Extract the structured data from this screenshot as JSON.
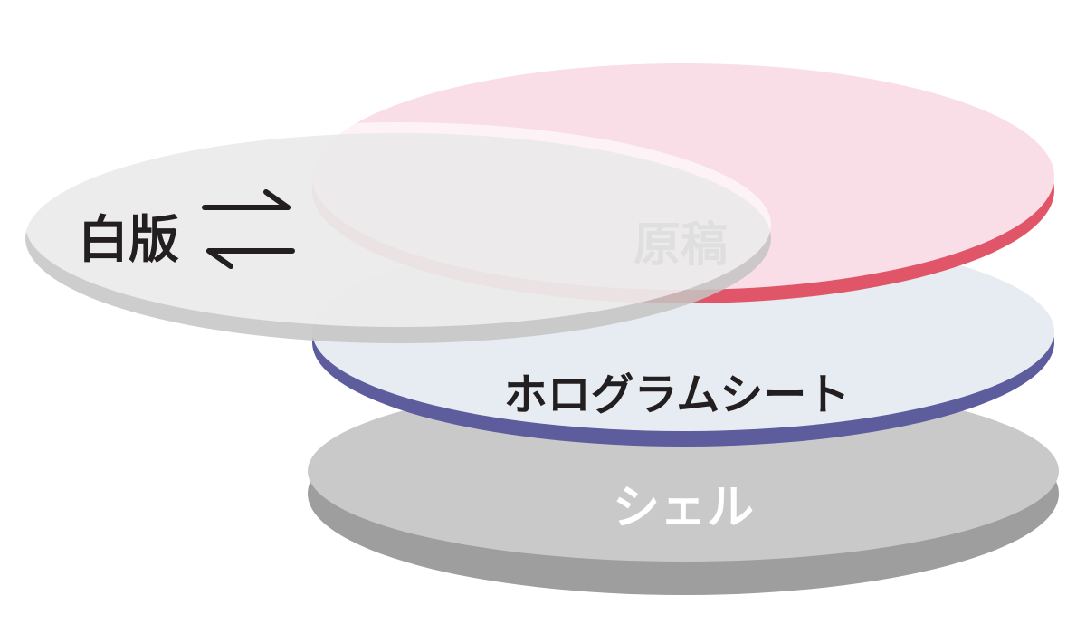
{
  "layers": {
    "shell": {
      "label": "シェル",
      "fill": "#c9c9c9",
      "edge": "#9e9e9e",
      "label_color": "#ffffff"
    },
    "hologram": {
      "label": "ホログラムシート",
      "fill": "#e7ecf2",
      "edge": "#5d5c9c",
      "label_color": "#231f20"
    },
    "original": {
      "label": "原稿",
      "fill": "#f9dde7",
      "edge": "#e05668",
      "label_color": "#231f20"
    },
    "blank": {
      "label": "白版",
      "fill": "#ffffff",
      "edge": "#c4c4c4",
      "label_color": "#231f20"
    }
  },
  "swap_icon": "swap-arrows-icon"
}
